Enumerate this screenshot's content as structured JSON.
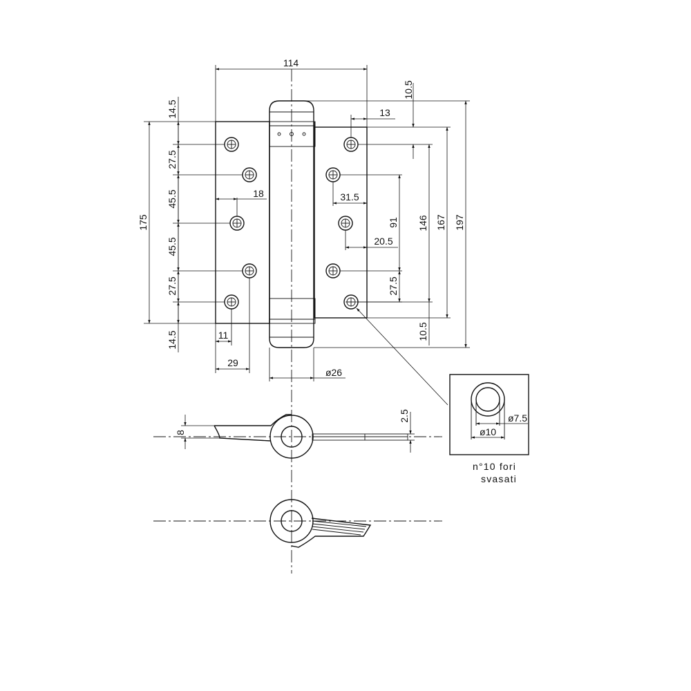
{
  "drawing": {
    "dimensions": {
      "total_width": "114",
      "top_offset": "14.5",
      "pitch_top": "27.5",
      "pitch_mid_top": "45.5",
      "pitch_mid_bottom": "45.5",
      "pitch_bottom": "27.5",
      "bottom_offset": "14.5",
      "left_height": "175",
      "left_x_18": "18",
      "left_x_11": "11",
      "left_x_29": "29",
      "right_top_10_5": "10.5",
      "right_x_13": "13",
      "right_x_31_5": "31.5",
      "right_x_20_5": "20.5",
      "right_91": "91",
      "right_27_5": "27.5",
      "right_146": "146",
      "right_167": "167",
      "right_197": "197",
      "right_bottom_10_5": "10.5",
      "barrel_dia": "ø26",
      "leaf_thickness": "8",
      "plate_thickness": "2.5",
      "hole_outer": "ø10",
      "hole_inner": "ø7.5"
    },
    "note": {
      "line1": "n°10 fori",
      "line2": "svasati"
    }
  }
}
